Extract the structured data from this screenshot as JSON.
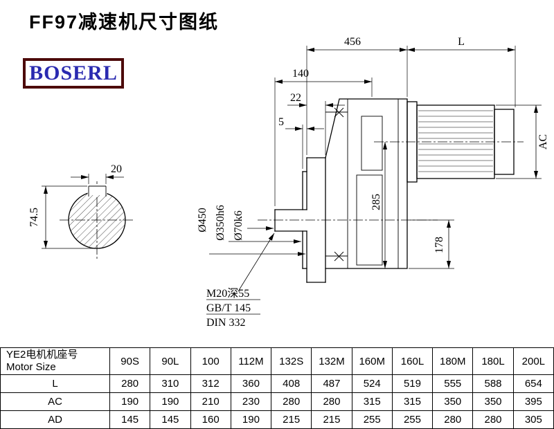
{
  "title": "FF97减速机尺寸图纸",
  "logo": {
    "text": "BOSERL",
    "border_color": "#4d0a0a",
    "text_color": "#2a2ab0"
  },
  "drawing": {
    "labels": {
      "dim_456": "456",
      "dim_L": "L",
      "dim_140": "140",
      "dim_22": "22",
      "dim_5": "5",
      "dim_AC": "AC",
      "dim_285": "285",
      "dim_178": "178",
      "dim_20": "20",
      "dim_74_5": "74.5",
      "dia_flange": "Ø450",
      "dia_spigot": "Ø350h6",
      "dia_shaft": "Ø70k6",
      "tap_hole": "M20深55",
      "tap_std_gb": "GB/T 145",
      "tap_std_din": "DIN 332"
    }
  },
  "table": {
    "header": {
      "line1": "YE2电机机座号",
      "line2": "Motor Size"
    },
    "columns": [
      "90S",
      "90L",
      "100",
      "112M",
      "132S",
      "132M",
      "160M",
      "160L",
      "180M",
      "180L",
      "200L"
    ],
    "rows": [
      {
        "label": "L",
        "values": [
          280,
          310,
          312,
          360,
          408,
          487,
          524,
          519,
          555,
          588,
          654
        ]
      },
      {
        "label": "AC",
        "values": [
          190,
          190,
          210,
          230,
          280,
          280,
          315,
          315,
          350,
          350,
          395
        ]
      },
      {
        "label": "AD",
        "values": [
          145,
          145,
          160,
          190,
          215,
          215,
          255,
          255,
          280,
          280,
          305
        ]
      }
    ]
  }
}
